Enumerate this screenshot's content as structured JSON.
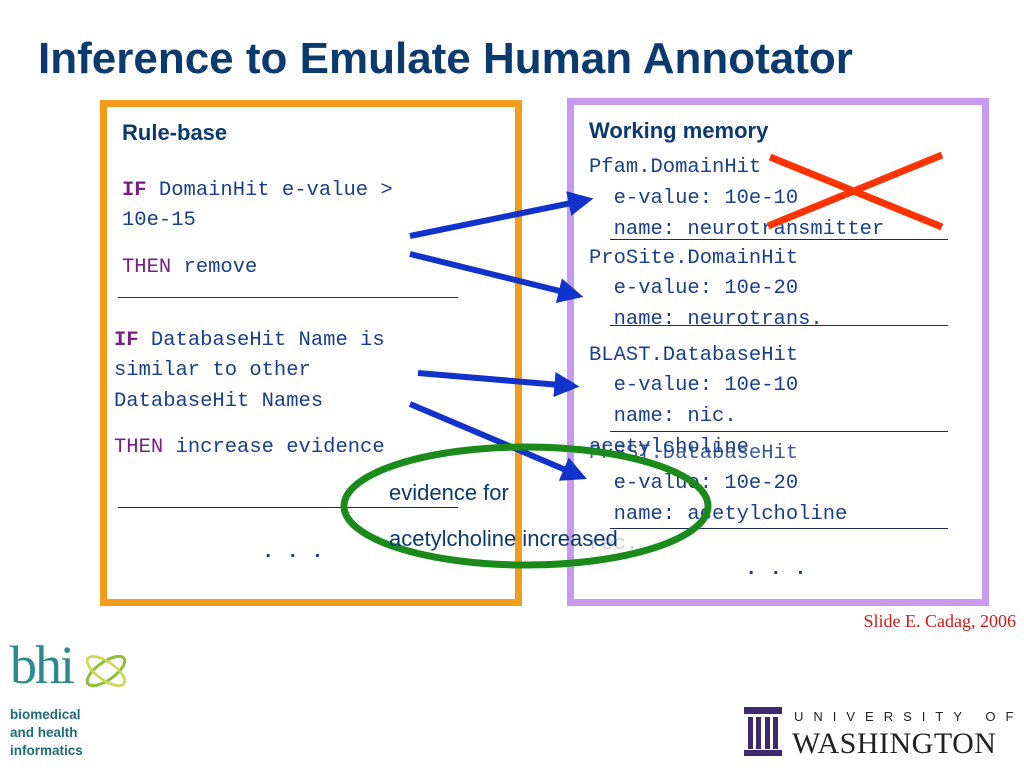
{
  "slide": {
    "title": "Inference to Emulate Human Annotator",
    "credit": "Slide E. Cadag, 2006"
  },
  "rule_base": {
    "heading": "Rule-base",
    "rule1": {
      "if_kw": "IF",
      "cond_line1": " DomainHit e-value >",
      "cond_line2": "10e-15",
      "then_kw": "THEN",
      "action": " remove"
    },
    "rule2": {
      "if_kw": "IF",
      "cond_line1": " DatabaseHit Name is",
      "cond_line2": "similar to other",
      "cond_line3": "DatabaseHit Names",
      "then_kw": "THEN",
      "action": " increase evidence"
    },
    "ellipsis": ". . ."
  },
  "working_memory": {
    "heading": "Working memory",
    "entries": [
      {
        "type": "Pfam.DomainHit",
        "evalue": "  e-value: 10e-10",
        "name": "  name: neurotransmitter"
      },
      {
        "type": "ProSite.DomainHit",
        "evalue": "  e-value: 10e-20",
        "name": "  name: neurotrans."
      },
      {
        "type": "BLAST.DatabaseHit",
        "evalue": "  e-value: 10e-10",
        "name": "  name: nic.",
        "name_cont": "acetylcholine"
      },
      {
        "type": "PFSST.DatabaseHit",
        "evalue": "  e-value: 10e-20",
        "name": "  name: acetylcholine",
        "name_cont": "rec."
      }
    ],
    "ellipsis": ". . ."
  },
  "callout": {
    "line1": "evidence for",
    "line2": "acetylcholine increased"
  },
  "logos": {
    "bhi_mark": "bhi",
    "bhi_lines": [
      "biomedical",
      "and health",
      "informatics"
    ],
    "uw_line1": "UNIVERSITY OF",
    "uw_line2": "WASHINGTON"
  },
  "colors": {
    "title": "#0b3a6e",
    "rule_box": "#f39c1a",
    "wm_box": "#c79af0",
    "arrow": "#1133cc",
    "cross": "#ff3300",
    "ellipse": "#1a8a1a",
    "credit": "#d01a1a"
  }
}
